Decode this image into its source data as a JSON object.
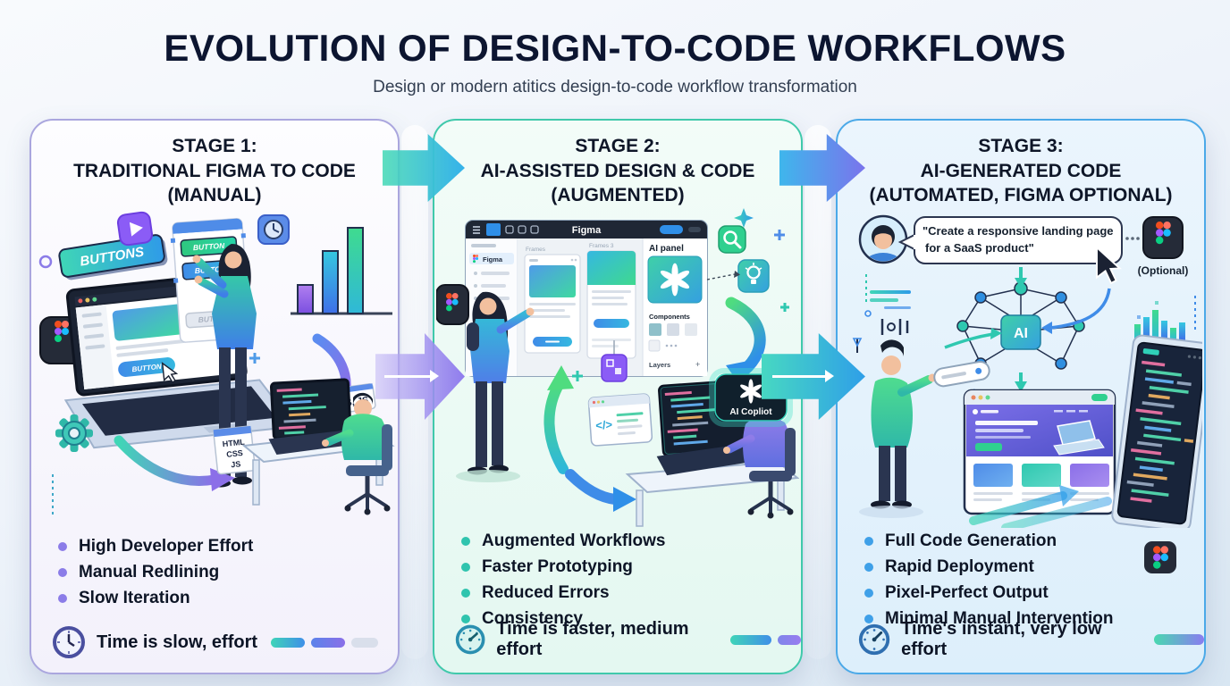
{
  "header": {
    "title": "EVOLUTION OF DESIGN-TO-CODE WORKFLOWS",
    "subtitle": "Design or modern atitics design-to-code workflow transformation"
  },
  "stage1": {
    "title1": "STAGE 1:",
    "title2": "TRADITIONAL FIGMA TO CODE",
    "title3": "(MANUAL)",
    "bullets": [
      "High Developer Effort",
      "Manual Redlining",
      "Slow Iteration"
    ],
    "footer_text": "Time is slow, effort",
    "art": {
      "buttons_badge": "BUTTONS",
      "panel_button_1": "BUTTON",
      "panel_button_2": "BUTTON",
      "panel_button_3": "BUTTON",
      "screen_button": "BUTTON",
      "tag_html": "HTML",
      "tag_css": "CSS",
      "tag_js": "JS",
      "tag_css_js": "CSS, JS"
    }
  },
  "stage2": {
    "title1": "STAGE 2:",
    "title2": "AI-ASSISTED DESIGN & CODE",
    "title3": "(AUGMENTED)",
    "bullets": [
      "Augmented Workflows",
      "Faster Prototyping",
      "Reduced Errors",
      "Consistency"
    ],
    "footer_text": "Time is faster, medium effort",
    "art": {
      "window_title": "Figma",
      "sidebar_item": "Figma",
      "frame1_label": "Frames",
      "frame2_label": "Frames 3",
      "ai_panel_label": "AI panel",
      "components_label": "Components",
      "layers_label": "Layers",
      "plus_glyph": "+",
      "code_glyph": "</>",
      "copilot_badge": "AI Copliot"
    }
  },
  "stage3": {
    "title1": "STAGE 3:",
    "title2": "AI-GENERATED CODE",
    "title3": "(AUTOMATED, FIGMA OPTIONAL)",
    "bullets": [
      "Full Code Generation",
      "Rapid Deployment",
      "Pixel-Perfect Output",
      "Minimal Manual Intervention"
    ],
    "footer_text": "Time's instant, very low effort",
    "art": {
      "prompt_line1": "\"Create a responsive landing page",
      "prompt_line2": "for a SaaS product\"",
      "optional_label": "(Optional)",
      "ai_label": "AI"
    }
  },
  "colors": {
    "accent_teal": "#3fd4b8",
    "accent_blue": "#2f9fe8",
    "accent_purple": "#8b6fe8",
    "panel1_border": "#aaa6de",
    "panel2_border": "#40c9ab",
    "panel3_border": "#4ba9e8",
    "title_navy": "#0c1530"
  }
}
